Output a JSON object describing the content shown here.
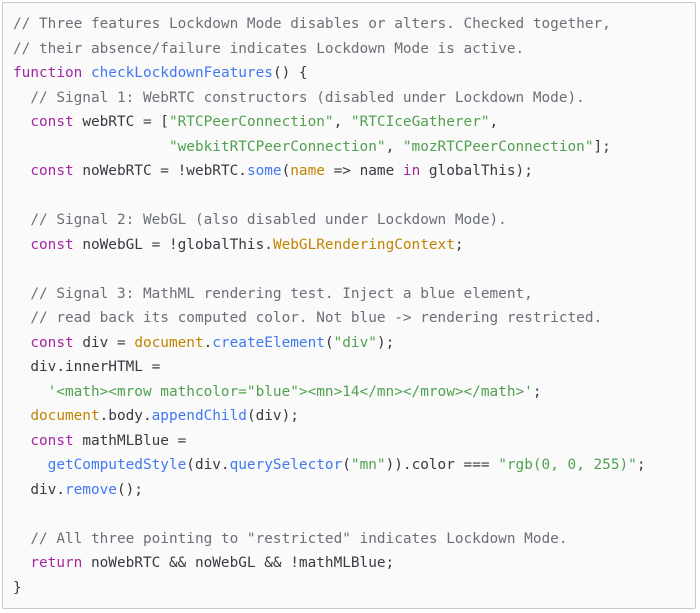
{
  "code_lines": [
    [
      {
        "t": "comment",
        "v": "// Three features Lockdown Mode disables or alters. Checked together,"
      }
    ],
    [
      {
        "t": "comment",
        "v": "// their absence/failure indicates Lockdown Mode is active."
      }
    ],
    [
      {
        "t": "keyword",
        "v": "function"
      },
      {
        "t": "plain",
        "v": " "
      },
      {
        "t": "func",
        "v": "checkLockdownFeatures"
      },
      {
        "t": "plain",
        "v": "() {"
      }
    ],
    [
      {
        "t": "plain",
        "v": "  "
      },
      {
        "t": "comment",
        "v": "// Signal 1: WebRTC constructors (disabled under Lockdown Mode)."
      }
    ],
    [
      {
        "t": "plain",
        "v": "  "
      },
      {
        "t": "keyword",
        "v": "const"
      },
      {
        "t": "plain",
        "v": " webRTC = ["
      },
      {
        "t": "string",
        "v": "\"RTCPeerConnection\""
      },
      {
        "t": "plain",
        "v": ", "
      },
      {
        "t": "string",
        "v": "\"RTCIceGatherer\""
      },
      {
        "t": "plain",
        "v": ","
      }
    ],
    [
      {
        "t": "plain",
        "v": "                  "
      },
      {
        "t": "string",
        "v": "\"webkitRTCPeerConnection\""
      },
      {
        "t": "plain",
        "v": ", "
      },
      {
        "t": "string",
        "v": "\"mozRTCPeerConnection\""
      },
      {
        "t": "plain",
        "v": "];"
      }
    ],
    [
      {
        "t": "plain",
        "v": "  "
      },
      {
        "t": "keyword",
        "v": "const"
      },
      {
        "t": "plain",
        "v": " noWebRTC = !webRTC."
      },
      {
        "t": "func",
        "v": "some"
      },
      {
        "t": "plain",
        "v": "("
      },
      {
        "t": "param",
        "v": "name"
      },
      {
        "t": "plain",
        "v": " => name "
      },
      {
        "t": "keyword",
        "v": "in"
      },
      {
        "t": "plain",
        "v": " globalThis);"
      }
    ],
    [],
    [
      {
        "t": "plain",
        "v": "  "
      },
      {
        "t": "comment",
        "v": "// Signal 2: WebGL (also disabled under Lockdown Mode)."
      }
    ],
    [
      {
        "t": "plain",
        "v": "  "
      },
      {
        "t": "keyword",
        "v": "const"
      },
      {
        "t": "plain",
        "v": " noWebGL = !globalThis."
      },
      {
        "t": "property",
        "v": "WebGLRenderingContext"
      },
      {
        "t": "plain",
        "v": ";"
      }
    ],
    [],
    [
      {
        "t": "plain",
        "v": "  "
      },
      {
        "t": "comment",
        "v": "// Signal 3: MathML rendering test. Inject a blue element,"
      }
    ],
    [
      {
        "t": "plain",
        "v": "  "
      },
      {
        "t": "comment",
        "v": "// read back its computed color. Not blue -> rendering restricted."
      }
    ],
    [
      {
        "t": "plain",
        "v": "  "
      },
      {
        "t": "keyword",
        "v": "const"
      },
      {
        "t": "plain",
        "v": " div = "
      },
      {
        "t": "property",
        "v": "document"
      },
      {
        "t": "plain",
        "v": "."
      },
      {
        "t": "func",
        "v": "createElement"
      },
      {
        "t": "plain",
        "v": "("
      },
      {
        "t": "string",
        "v": "\"div\""
      },
      {
        "t": "plain",
        "v": ");"
      }
    ],
    [
      {
        "t": "plain",
        "v": "  div.innerHTML ="
      }
    ],
    [
      {
        "t": "plain",
        "v": "    "
      },
      {
        "t": "string",
        "v": "'<math><mrow mathcolor=\"blue\"><mn>14</mn></mrow></math>'"
      },
      {
        "t": "plain",
        "v": ";"
      }
    ],
    [
      {
        "t": "plain",
        "v": "  "
      },
      {
        "t": "property",
        "v": "document"
      },
      {
        "t": "plain",
        "v": ".body."
      },
      {
        "t": "func",
        "v": "appendChild"
      },
      {
        "t": "plain",
        "v": "(div);"
      }
    ],
    [
      {
        "t": "plain",
        "v": "  "
      },
      {
        "t": "keyword",
        "v": "const"
      },
      {
        "t": "plain",
        "v": " mathMLBlue ="
      }
    ],
    [
      {
        "t": "plain",
        "v": "    "
      },
      {
        "t": "func",
        "v": "getComputedStyle"
      },
      {
        "t": "plain",
        "v": "(div."
      },
      {
        "t": "func",
        "v": "querySelector"
      },
      {
        "t": "plain",
        "v": "("
      },
      {
        "t": "string",
        "v": "\"mn\""
      },
      {
        "t": "plain",
        "v": ")).color === "
      },
      {
        "t": "string",
        "v": "\"rgb(0, 0, 255)\""
      },
      {
        "t": "plain",
        "v": ";"
      }
    ],
    [
      {
        "t": "plain",
        "v": "  div."
      },
      {
        "t": "func",
        "v": "remove"
      },
      {
        "t": "plain",
        "v": "();"
      }
    ],
    [],
    [
      {
        "t": "plain",
        "v": "  "
      },
      {
        "t": "comment",
        "v": "// All three pointing to \"restricted\" indicates Lockdown Mode."
      }
    ],
    [
      {
        "t": "plain",
        "v": "  "
      },
      {
        "t": "keyword",
        "v": "return"
      },
      {
        "t": "plain",
        "v": " noWebRTC && noWebGL && !mathMLBlue;"
      }
    ],
    [
      {
        "t": "plain",
        "v": "}"
      }
    ]
  ],
  "colors": {
    "comment": "#6b6f78",
    "keyword": "#a626a4",
    "string": "#50a14f",
    "function": "#4078f2",
    "property": "#c18401",
    "plain": "#383a42",
    "panel_background": "#fafafa",
    "panel_border": "#c9c9c9"
  }
}
